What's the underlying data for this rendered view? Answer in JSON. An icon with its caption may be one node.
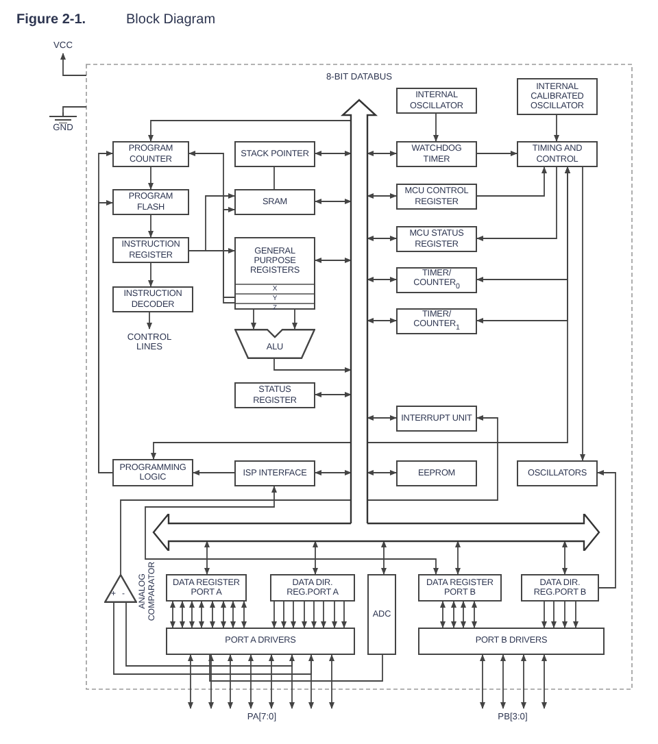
{
  "diagram": {
    "title": "Block Diagram",
    "nodes": [
      {
        "text": [
          "PROGRAM COUNTER"
        ]
      },
      {
        "text": [
          "STACK POINTER"
        ]
      },
      {
        "text": [
          "PROGRAM FLASH"
        ]
      },
      {
        "text": [
          "SRAM"
        ]
      },
      {
        "text": [
          "INSTRUCTION REGISTER"
        ]
      },
      {
        "text": [
          "GENERAL PURPOSE REGISTERS",
          "X",
          "Y",
          "Z"
        ]
      },
      {
        "text": [
          "INSTRUCTION DECODER"
        ]
      },
      {
        "text": [
          "CONTROL LINES"
        ]
      },
      {
        "text": [
          "ALU"
        ]
      },
      {
        "text": [
          "STATUS REGISTER"
        ]
      },
      {
        "text": [
          "8-BIT DATABUS"
        ]
      },
      {
        "text": [],
        "shape": "bar"
      },
      {
        "text": [
          "INTERNAL OSCILLATOR"
        ]
      },
      {
        "text": [
          "INTERNAL CALIBRATED OSCILLATOR"
        ]
      },
      {
        "text": [
          "WATCHDOG TIMER"
        ]
      },
      {
        "text": [
          "TIMING AND CONTROL"
        ]
      },
      {
        "text": [
          "MCU CONTROL REGISTER"
        ]
      },
      {
        "text": [
          "MCU STATUS REGISTER"
        ]
      },
      {
        "text": [
          "TIMER/ COUNTER$_{0}$"
        ]
      },
      {
        "text": [
          "TIMER/ COUNTER$_{1}$"
        ]
      },
      {
        "text": [
          "INTERRUPT UNIT"
        ]
      },
      {
        "text": [
          "PROGRAMMING LOGIC"
        ]
      },
      {
        "text": [
          "ISP INTERFACE"
        ]
      },
      {
        "text": [
          "EEPROM"
        ]
      },
      {
        "text": [
          "OSCILLATORS"
        ]
      },
      {
        "text": [
          "+",
          "-"
        ],
        "beside": [
          "ANALOG COMPARATOR"
        ]
      },
      {
        "text": [
          "DATA REGISTER PORT A"
        ]
      },
      {
        "text": [
          "DATA DIR. REG.PORT A"
        ]
      },
      {
        "text": [
          "ADC"
        ]
      },
      {
        "text": [
          "DATA REGISTER PORT B"
        ]
      },
      {
        "text": [
          "DATA DIR. REG.PORT B"
        ]
      },
      {
        "text": [
          "PORT A DRIVERS"
        ]
      },
      {
        "text": [
          "PORT B DRIVERS"
        ]
      },
      {
        "text": [
          "PA[7:0]"
        ]
      },
      {
        "text": [
          "PB[3:0]"
        ]
      },
      {
        "text": [
          "VCC"
        ]
      },
      {
        "text": [
          "GND"
        ]
      }
    ],
    "edges": [
      {
        "from": 0,
        "to": 2,
        "arrow": "to"
      },
      {
        "from": 2,
        "to": 4,
        "arrow": "to"
      },
      {
        "from": 4,
        "to": 6,
        "arrow": "to"
      },
      {
        "from": 6,
        "to": 7,
        "arrow": "to"
      },
      {
        "from": 1,
        "to": 3,
        "arrow": "none"
      },
      {
        "from": 10,
        "to": 0,
        "arrow": "to"
      },
      {
        "from": 10,
        "to": 1,
        "arrow": "both"
      },
      {
        "from": 10,
        "to": 3,
        "arrow": "both"
      },
      {
        "from": 10,
        "to": 5,
        "arrow": "both"
      },
      {
        "from": 10,
        "to": 9,
        "arrow": "both"
      },
      {
        "from": 5,
        "to": 8,
        "arrow": "to"
      },
      {
        "from": 5,
        "to": 8,
        "arrow": "to"
      },
      {
        "from": 8,
        "to": 10,
        "arrow": "to"
      },
      {
        "from": 4,
        "to": 5,
        "arrow": "to"
      },
      {
        "from": 4,
        "to": 3,
        "arrow": "to"
      },
      {
        "from": 5,
        "to": 0,
        "arrow": "to"
      },
      {
        "from": 5,
        "to": 3,
        "arrow": "to"
      },
      {
        "from": 21,
        "to": 0,
        "arrow": "to"
      },
      {
        "from": 21,
        "to": 2,
        "arrow": "to"
      },
      {
        "from": 10,
        "to": 14,
        "arrow": "both"
      },
      {
        "from": 10,
        "to": 16,
        "arrow": "both"
      },
      {
        "from": 10,
        "to": 17,
        "arrow": "both"
      },
      {
        "from": 10,
        "to": 18,
        "arrow": "both"
      },
      {
        "from": 10,
        "to": 19,
        "arrow": "both"
      },
      {
        "from": 10,
        "to": 20,
        "arrow": "both"
      },
      {
        "from": 10,
        "to": 22,
        "arrow": "both"
      },
      {
        "from": 10,
        "to": 23,
        "arrow": "both"
      },
      {
        "from": 12,
        "to": 14,
        "arrow": "to"
      },
      {
        "from": 13,
        "to": 15,
        "arrow": "to"
      },
      {
        "from": 14,
        "to": 15,
        "arrow": "to"
      },
      {
        "from": 16,
        "to": 15,
        "arrow": "to"
      },
      {
        "from": 15,
        "to": 17,
        "arrow": "to"
      },
      {
        "from": 15,
        "to": 18,
        "arrow": "both"
      },
      {
        "from": 15,
        "to": 19,
        "arrow": "both"
      },
      {
        "from": 15,
        "to": 21,
        "arrow": "both"
      },
      {
        "from": 15,
        "to": 24,
        "arrow": "to"
      },
      {
        "from": 30,
        "to": 24,
        "arrow": "to"
      },
      {
        "from": 25,
        "to": 20,
        "arrow": "to"
      },
      {
        "from": 22,
        "to": 21,
        "arrow": "to"
      },
      {
        "from": 22,
        "to": 29,
        "arrow": "both"
      },
      {
        "from": 11,
        "to": 26,
        "arrow": "both"
      },
      {
        "from": 11,
        "to": 27,
        "arrow": "both"
      },
      {
        "from": 11,
        "to": 28,
        "arrow": "both"
      },
      {
        "from": 11,
        "to": 29,
        "arrow": "both"
      },
      {
        "from": 11,
        "to": 30,
        "arrow": "both"
      },
      {
        "from": 26,
        "to": 31,
        "arrow": "both"
      },
      {
        "from": 27,
        "to": 31,
        "arrow": "to"
      },
      {
        "from": 29,
        "to": 32,
        "arrow": "both"
      },
      {
        "from": 30,
        "to": 32,
        "arrow": "to"
      },
      {
        "from": 31,
        "to": 33,
        "arrow": "both"
      },
      {
        "from": 32,
        "to": 34,
        "arrow": "both"
      },
      {
        "from": 31,
        "to": 25,
        "arrow": "none"
      },
      {
        "from": 31,
        "to": 25,
        "arrow": "none"
      },
      {
        "from": 28,
        "to": 31,
        "arrow": "none"
      },
      {
        "from": null,
        "to": 35,
        "arrow": "to"
      },
      {
        "from": null,
        "to": 36,
        "arrow": "none"
      },
      {
        "from": 26,
        "to": 31,
        "arrow": "both"
      },
      {
        "from": 26,
        "to": 31,
        "arrow": "both"
      },
      {
        "from": 26,
        "to": 31,
        "arrow": "both"
      },
      {
        "from": 26,
        "to": 31,
        "arrow": "both"
      },
      {
        "from": 26,
        "to": 31,
        "arrow": "both"
      },
      {
        "from": 26,
        "to": 31,
        "arrow": "both"
      },
      {
        "from": 26,
        "to": 31,
        "arrow": "both"
      },
      {
        "from": 27,
        "to": 31,
        "arrow": "to"
      },
      {
        "from": 27,
        "to": 31,
        "arrow": "to"
      },
      {
        "from": 27,
        "to": 31,
        "arrow": "to"
      },
      {
        "from": 27,
        "to": 31,
        "arrow": "to"
      },
      {
        "from": 27,
        "to": 31,
        "arrow": "to"
      },
      {
        "from": 27,
        "to": 31,
        "arrow": "to"
      },
      {
        "from": 27,
        "to": 31,
        "arrow": "to"
      },
      {
        "from": 29,
        "to": 32,
        "arrow": "both"
      },
      {
        "from": 29,
        "to": 32,
        "arrow": "both"
      },
      {
        "from": 29,
        "to": 32,
        "arrow": "both"
      },
      {
        "from": 30,
        "to": 32,
        "arrow": "to"
      },
      {
        "from": 30,
        "to": 32,
        "arrow": "to"
      },
      {
        "from": 30,
        "to": 32,
        "arrow": "to"
      },
      {
        "from": 31,
        "to": 33,
        "arrow": "both"
      },
      {
        "from": 31,
        "to": 33,
        "arrow": "both"
      },
      {
        "from": 31,
        "to": 33,
        "arrow": "both"
      },
      {
        "from": 31,
        "to": 33,
        "arrow": "both"
      },
      {
        "from": 31,
        "to": 33,
        "arrow": "both"
      },
      {
        "from": 31,
        "to": 33,
        "arrow": "both"
      },
      {
        "from": 31,
        "to": 33,
        "arrow": "both"
      },
      {
        "from": 32,
        "to": 34,
        "arrow": "both"
      },
      {
        "from": 32,
        "to": 34,
        "arrow": "both"
      },
      {
        "from": 32,
        "to": 34,
        "arrow": "both"
      }
    ],
    "labels": [
      "Figure 2-1."
    ]
  }
}
